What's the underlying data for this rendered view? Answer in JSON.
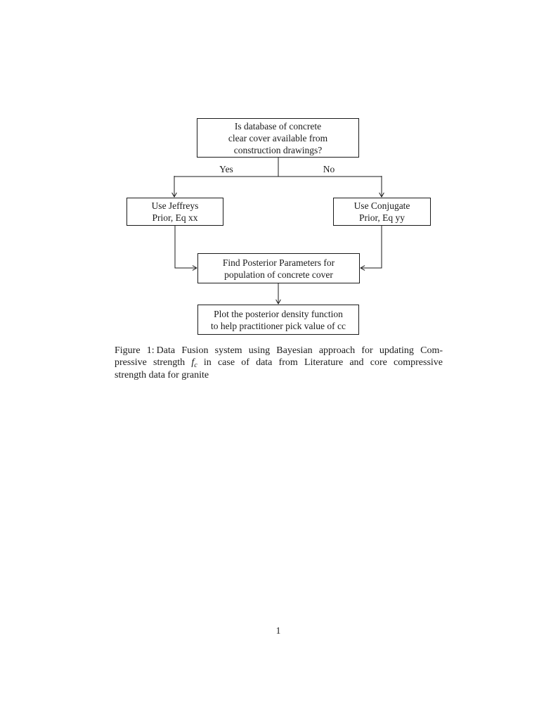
{
  "page": {
    "background_color": "#ffffff",
    "ink_color": "#1a1a1a",
    "number": "1"
  },
  "figure": {
    "flowchart": {
      "decision": {
        "lines": [
          "Is database of concrete",
          "clear cover available from",
          "construction drawings?"
        ]
      },
      "yes_label": "Yes",
      "no_label": "No",
      "jeffreys": {
        "lines": [
          "Use Jeffreys",
          "Prior, Eq xx"
        ]
      },
      "conjugate": {
        "lines": [
          "Use Conjugate",
          "Prior, Eq yy"
        ]
      },
      "posterior": {
        "lines": [
          "Find Posterior Parameters for",
          "population of concrete cover"
        ]
      },
      "plot": {
        "lines": [
          "Plot the posterior density function",
          "to help practitioner pick value of cc"
        ]
      },
      "edges": [
        {
          "from": "decision",
          "to": "jeffreys",
          "label": "Yes"
        },
        {
          "from": "decision",
          "to": "conjugate",
          "label": "No"
        },
        {
          "from": "jeffreys",
          "to": "posterior",
          "label": ""
        },
        {
          "from": "conjugate",
          "to": "posterior",
          "label": ""
        },
        {
          "from": "posterior",
          "to": "plot",
          "label": ""
        }
      ]
    },
    "caption": {
      "label": "Figure 1:",
      "line1_rest": "Data Fusion system using Bayesian approach for updating Com-",
      "line2_before_math": "pressive strength ",
      "math_symbol": "f",
      "math_subscript": "c",
      "line2_after_math": " in case of data from Literature and core compressive",
      "line3": "strength data for granite"
    }
  }
}
